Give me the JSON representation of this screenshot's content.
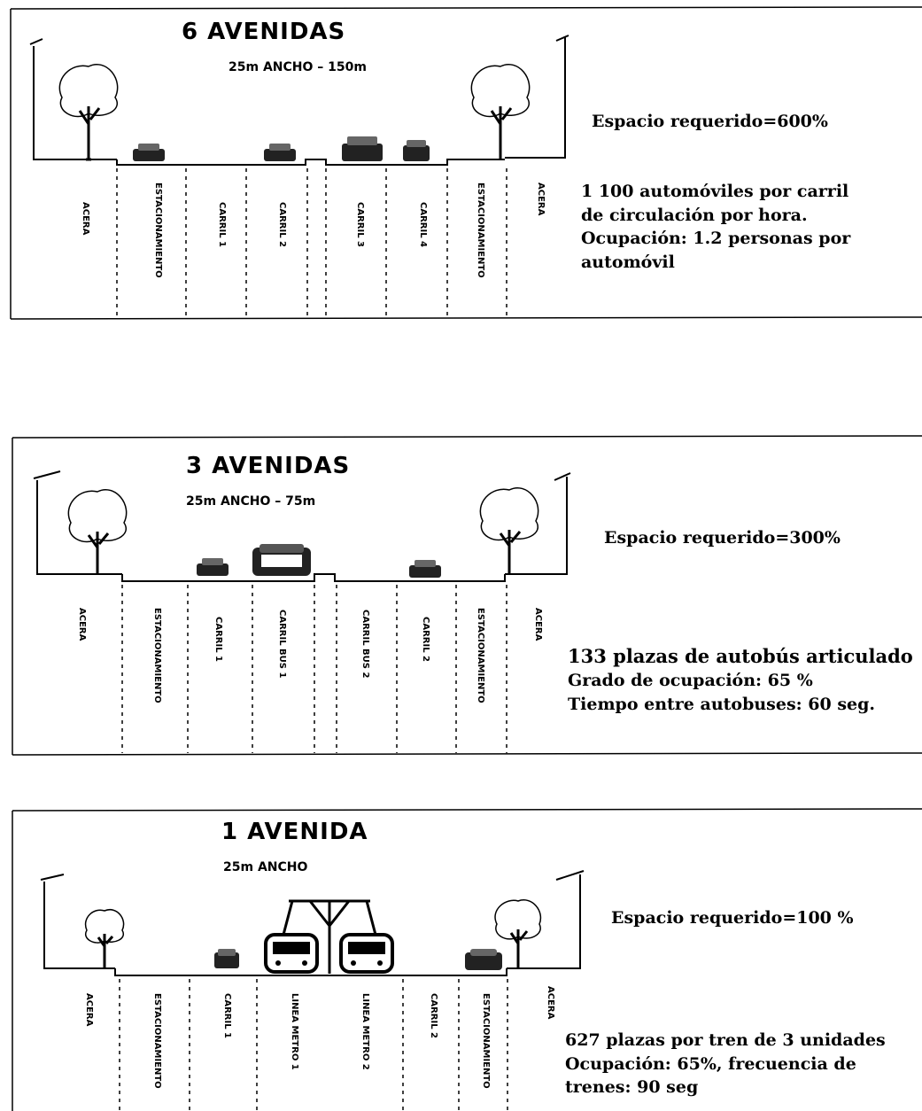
{
  "panels": [
    {
      "title": "6 AVENIDAS",
      "subtitle": "25m ANCHO  –  150m",
      "lanes": [
        "ACERA",
        "ESTACIONAMIENTO",
        "CARRIL 1",
        "CARRIL 2",
        "CARRIL 3",
        "CARRIL 4",
        "ESTACIONAMIENTO",
        "ACERA"
      ],
      "caption": {
        "space": "Espacio requerido=600%",
        "details": [
          "1 100 automóviles por carril",
          "de circulación por hora.",
          "Ocupación: 1.2 personas por",
          "automóvil"
        ]
      }
    },
    {
      "title": "3 AVENIDAS",
      "subtitle": "25m ANCHO  –  75m",
      "lanes": [
        "ACERA",
        "ESTACIONAMIENTO",
        "CARRIL 1",
        "CARRIL BUS 1",
        "CARRIL BUS 2",
        "CARRIL 2",
        "ESTACIONAMIENTO",
        "ACERA"
      ],
      "caption": {
        "space": "Espacio requerido=300%",
        "details": [
          "133 plazas de autobús articulado",
          "Grado de ocupación: 65 %",
          "Tiempo entre autobuses: 60 seg."
        ]
      }
    },
    {
      "title": "1 AVENIDA",
      "subtitle": "25m ANCHO",
      "lanes": [
        "ACERA",
        "ESTACIONAMIENTO",
        "CARRIL 1",
        "LINEA METRO 1",
        "LINEA METRO 2",
        "CARRIL 2",
        "ESTACIONAMIENTO",
        "ACERA"
      ],
      "caption": {
        "space": "Espacio requerido=100  %",
        "details": [
          "627 plazas por tren de 3 unidades",
          "Ocupación: 65%, frecuencia de",
          "trenes: 90 seg"
        ]
      }
    }
  ]
}
